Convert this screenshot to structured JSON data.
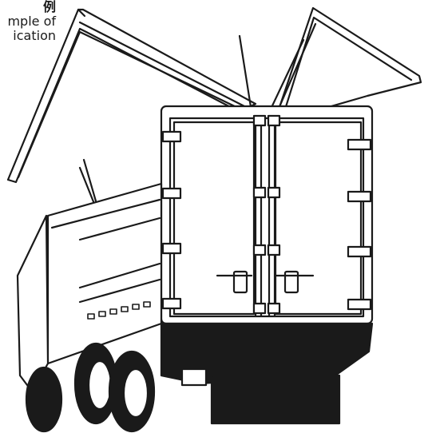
{
  "caption": {
    "japanese": "例",
    "line1": "mple of",
    "line2": "ication"
  },
  "illustration": {
    "icon": "wing-body-truck-illustration",
    "colors": {
      "line": "#1a1a1a",
      "fill": "#ffffff"
    }
  }
}
